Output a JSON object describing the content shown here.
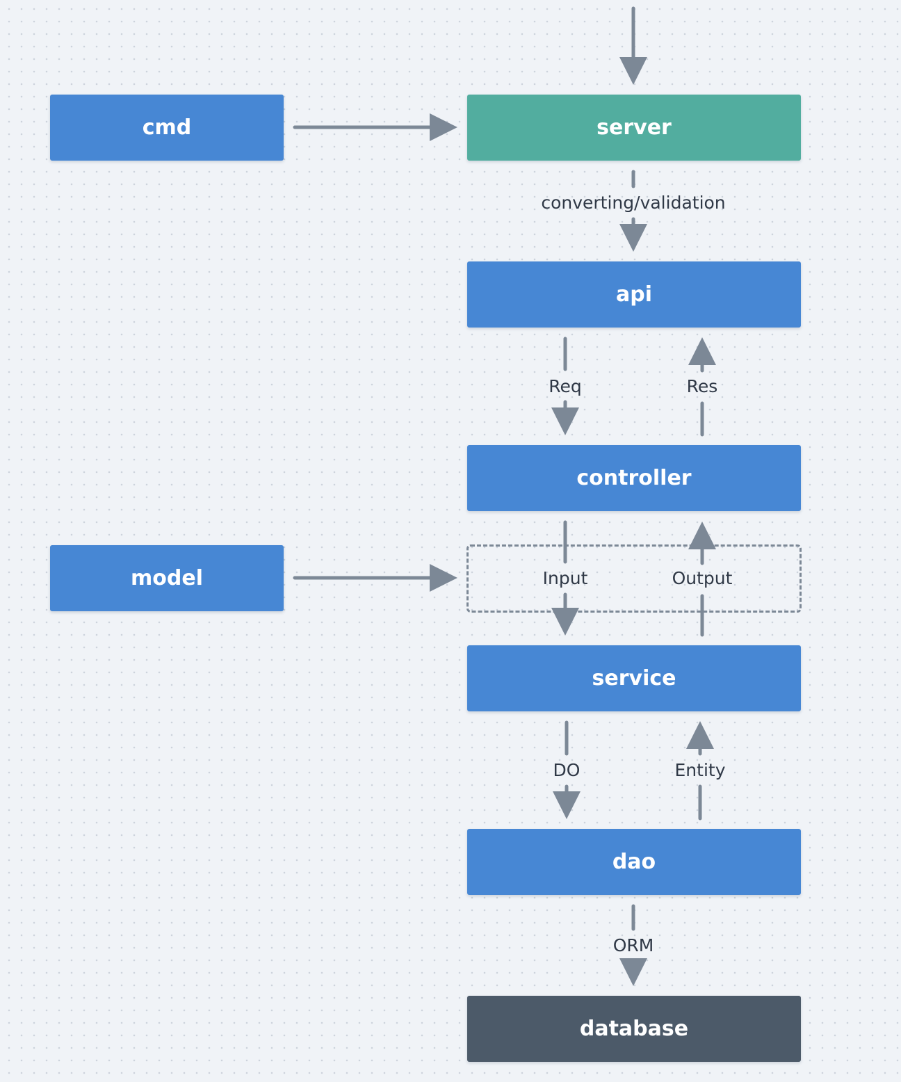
{
  "colors": {
    "blue": "#4787d4",
    "green": "#52ad9f",
    "dark": "#4c5a69",
    "arrow": "#7c8896"
  },
  "nodes": {
    "cmd": "cmd",
    "server": "server",
    "api": "api",
    "controller": "controller",
    "model": "model",
    "service": "service",
    "dao": "dao",
    "database": "database"
  },
  "edges": {
    "server_api": "converting/validation",
    "api_controller": "Req",
    "controller_api": "Res",
    "controller_service": "Input",
    "service_controller": "Output",
    "service_dao": "DO",
    "dao_service": "Entity",
    "dao_database": "ORM"
  }
}
